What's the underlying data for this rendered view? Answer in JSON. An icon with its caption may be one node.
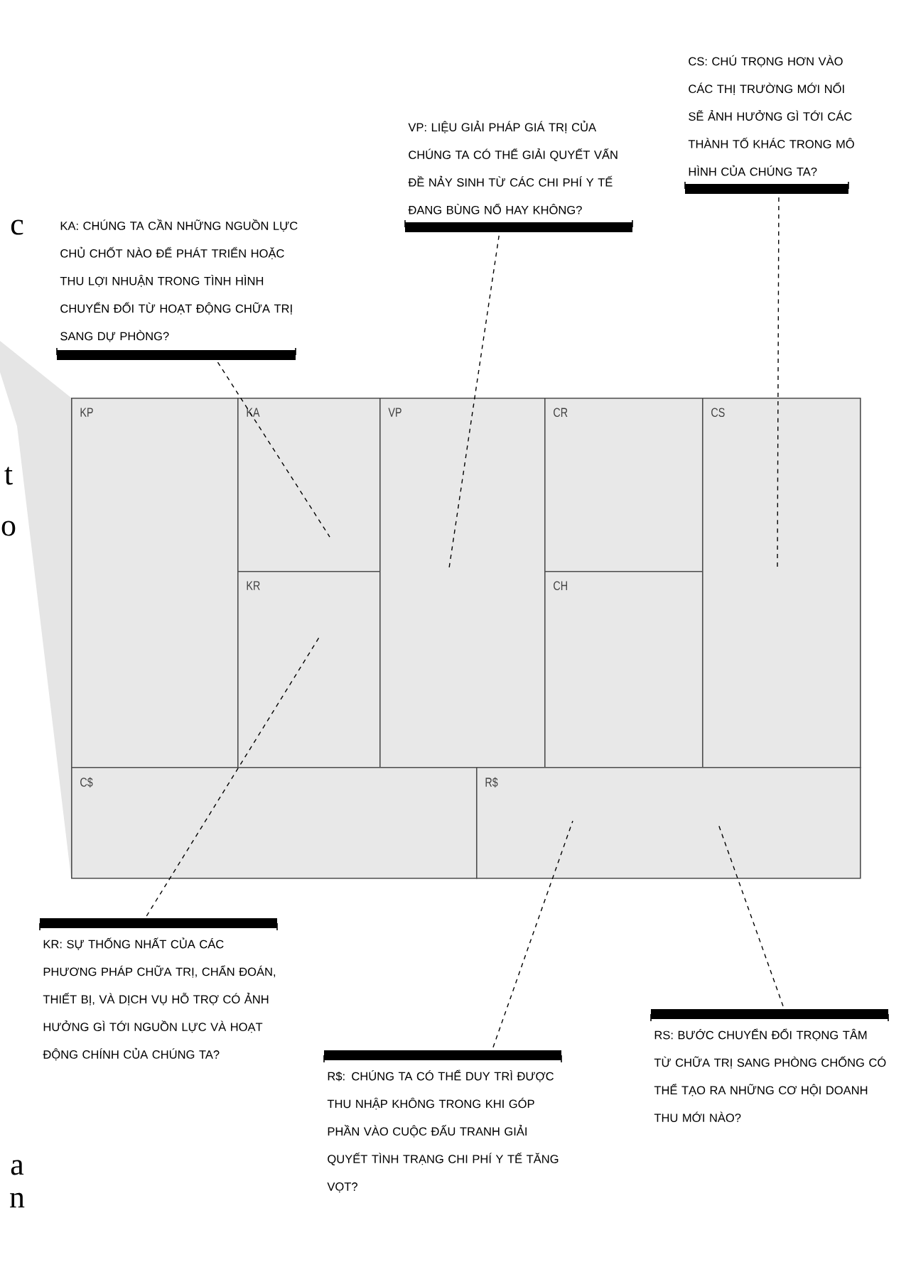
{
  "diagram": {
    "nodes": [
      {
        "text": [
          "KA: CHÚNG TA CẦN NHỮNG NGUỒN LỰC CHỦ CHỐT NÀO ĐỂ PHÁT TRIỂN HOẶC THU LỢI NHUẬN TRONG TÌNH HÌNH CHUYỂN ĐỔI TỪ HOẠT ĐỘNG CHỮA TRỊ SANG DỰ PHÒNG?"
        ]
      },
      {
        "text": [
          "VP: LIỆU GIẢI PHÁP GIÁ TRỊ CỦA CHÚNG TA CÓ THỂ GIẢI QUYẾT VẤN ĐỀ NẢY SINH TỪ CÁC CHI PHÍ Y TẾ ĐANG BÙNG NỔ HAY KHÔNG?"
        ]
      },
      {
        "text": [
          "CS: CHÚ TRỌNG HƠN VÀO CÁC THỊ TRƯỜNG MỚI NỔI SẼ ẢNH HƯỞNG GÌ TỚI CÁC THÀNH TỐ KHÁC TRONG MÔ HÌNH CỦA CHÚNG TA?"
        ]
      },
      {
        "text": [
          "KP"
        ]
      },
      {
        "text": [
          "KA"
        ]
      },
      {
        "text": [
          "VP"
        ]
      },
      {
        "text": [
          "CR"
        ]
      },
      {
        "text": [
          "CS"
        ]
      },
      {
        "text": [
          "KR"
        ]
      },
      {
        "text": [
          "CH"
        ]
      },
      {
        "text": [
          "C$"
        ]
      },
      {
        "text": [
          "R$"
        ]
      },
      {
        "text": [
          "KR: SỰ THỐNG NHẤT CỦA CÁC PHƯƠNG PHÁP CHỮA TRỊ, CHẨN ĐOÁN, THIẾT BỊ, VÀ DỊCH VỤ HỖ TRỢ CÓ ẢNH HƯỞNG GÌ TỚI NGUỒN LỰC VÀ HOẠT ĐỘNG CHÍNH CỦA CHÚNG TA?"
        ]
      },
      {
        "text": [
          "R$: CHÚNG TA CÓ THỂ DUY TRÌ ĐƯỢC THU NHẬP KHÔNG TRONG KHI GÓP PHẦN VÀO CUỘC ĐẤU TRANH GIẢI QUYẾT TÌNH TRẠNG CHI PHÍ Y TẾ TĂNG VỌT?"
        ]
      },
      {
        "text": [
          "RS: BƯỚC CHUYỂN ĐỔI TRỌNG TÂM TỪ CHỮA TRỊ SANG PHÒNG CHỐNG CÓ THỂ TẠO RA NHỮNG CƠ HỘI DOANH THU MỚI NÀO?"
        ]
      }
    ],
    "edges": [
      {
        "from": 0,
        "to": 4,
        "arrow": "none",
        "style": "dashed"
      },
      {
        "from": 1,
        "to": 5,
        "arrow": "none",
        "style": "dashed"
      },
      {
        "from": 2,
        "to": 7,
        "arrow": "none",
        "style": "dashed"
      },
      {
        "from": 12,
        "to": 8,
        "arrow": "none",
        "style": "dashed"
      },
      {
        "from": 13,
        "to": 11,
        "arrow": "none",
        "style": "dashed"
      },
      {
        "from": 14,
        "to": 11,
        "arrow": "none",
        "style": "dashed"
      }
    ],
    "labels": [
      "c",
      "t",
      "o",
      "a",
      "n"
    ]
  }
}
